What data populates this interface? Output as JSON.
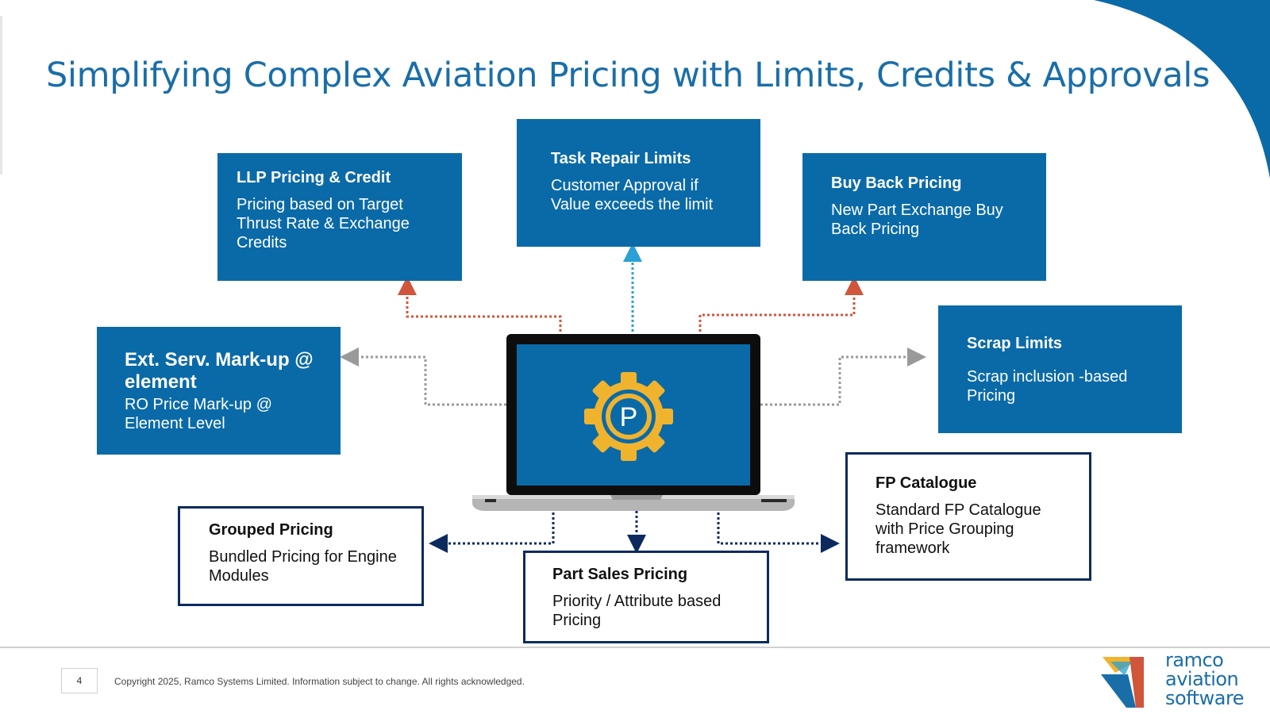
{
  "title": "Simplifying Complex Aviation Pricing with Limits, Credits & Approvals",
  "colors": {
    "brand_blue": "#0a6aa8",
    "title_blue": "#1a6ea8",
    "navy_border": "#0c2a5e",
    "gear_yellow": "#f0b32e",
    "orange_link": "#d0553a",
    "blue_link": "#2aa0d4",
    "grey_link": "#9a9a9a"
  },
  "center": {
    "icon": "gear-p-icon",
    "letter": "P"
  },
  "boxes": {
    "llp": {
      "heading": "LLP Pricing & Credit",
      "desc": "Pricing based on Target Thrust Rate & Exchange Credits"
    },
    "task": {
      "heading": "Task Repair Limits",
      "desc": "Customer Approval if Value exceeds the limit"
    },
    "buyback": {
      "heading": "Buy Back Pricing",
      "desc": "New Part Exchange Buy Back Pricing"
    },
    "ext": {
      "heading": "Ext. Serv. Mark-up @ element",
      "desc": "RO Price Mark-up @ Element Level"
    },
    "scrap": {
      "heading": "Scrap Limits",
      "desc": "Scrap inclusion -based Pricing"
    },
    "grouped": {
      "heading": "Grouped Pricing",
      "desc": "Bundled Pricing for Engine Modules"
    },
    "partsales": {
      "heading": "Part Sales Pricing",
      "desc": "Priority / Attribute based Pricing"
    },
    "fp": {
      "heading": "FP Catalogue",
      "desc": "Standard FP Catalogue with Price Grouping framework"
    }
  },
  "footer": {
    "page_number": "4",
    "copyright": "Copyright 2025, Ramco Systems Limited. Information subject to change. All rights acknowledged.",
    "logo_lines": [
      "ramco",
      "aviation",
      "software"
    ]
  }
}
